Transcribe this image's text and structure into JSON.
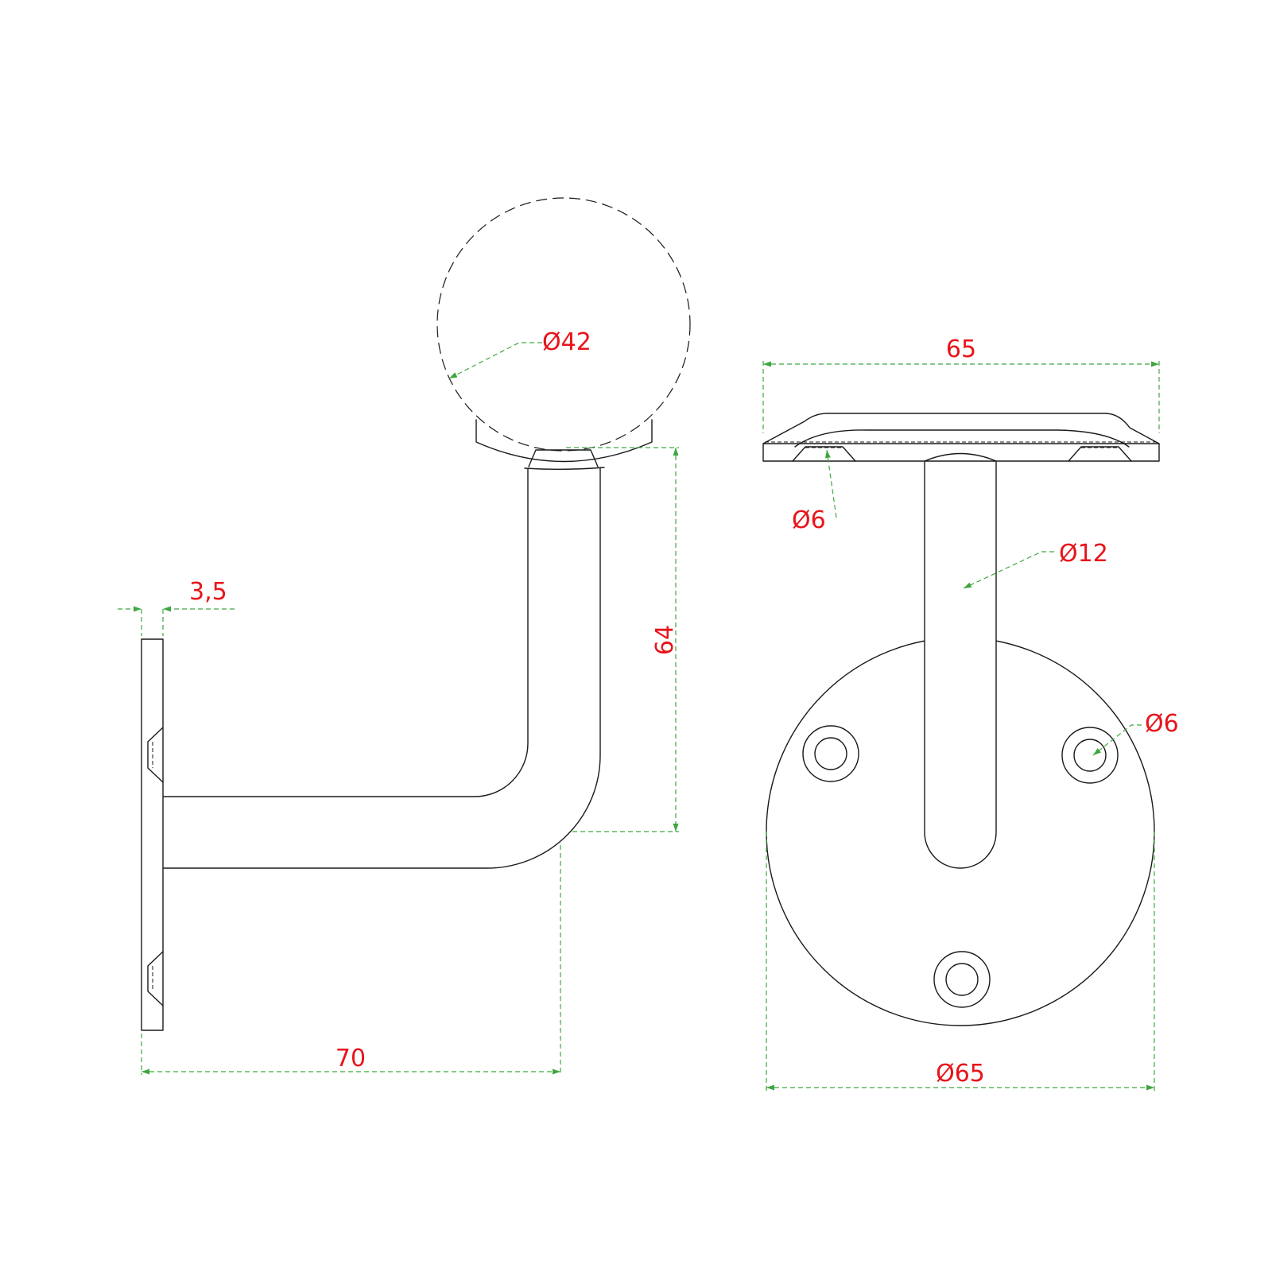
{
  "colors": {
    "dimension_line": "#3fa63f",
    "dimension_text": "#e8141a",
    "outline": "#1a1a1a",
    "background": "#ffffff"
  },
  "dimensions": {
    "side_view": {
      "rail_diameter": "Ø42",
      "plate_thickness": "3,5",
      "projection": "70",
      "height": "64"
    },
    "front_view": {
      "saddle_width": "65",
      "saddle_hole": "Ø6",
      "bar_diameter": "Ø12",
      "plate_hole": "Ø6",
      "plate_diameter": "Ø65"
    }
  }
}
